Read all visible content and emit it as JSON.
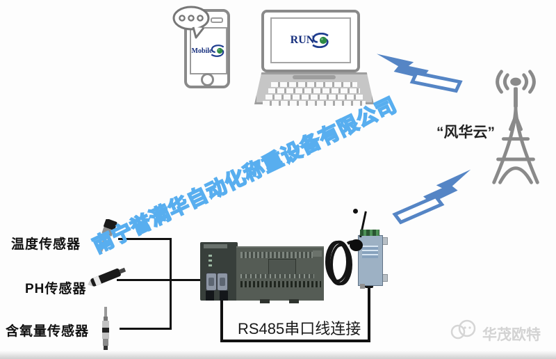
{
  "title": "Wireless sensor-to-cloud system diagram",
  "colors": {
    "bolt_blue": "#5585c5",
    "watermark_blue": "#58aeef",
    "device_outline_gray": "#8a8a8a",
    "plc_dark": "#383f3b",
    "plc_body": "#555c55",
    "dtu_blue": "#9db1c4",
    "wire_black": "#111111",
    "logo_navy": "#17307e",
    "globe_green": "#2c8a43"
  },
  "phone": {
    "app_label": "Mobile"
  },
  "laptop": {
    "app_label": "RUN"
  },
  "tower": {
    "label": "“风华云”"
  },
  "sensors": [
    {
      "label": "温度传感器"
    },
    {
      "label": "PH传感器"
    },
    {
      "label": "含氧量传感器"
    }
  ],
  "connection": {
    "label": "RS485串口线连接"
  },
  "watermark": {
    "text": "南宁誉满华自动化称重设备有限公司"
  },
  "footer_logo": {
    "text": "华茂欧特"
  }
}
